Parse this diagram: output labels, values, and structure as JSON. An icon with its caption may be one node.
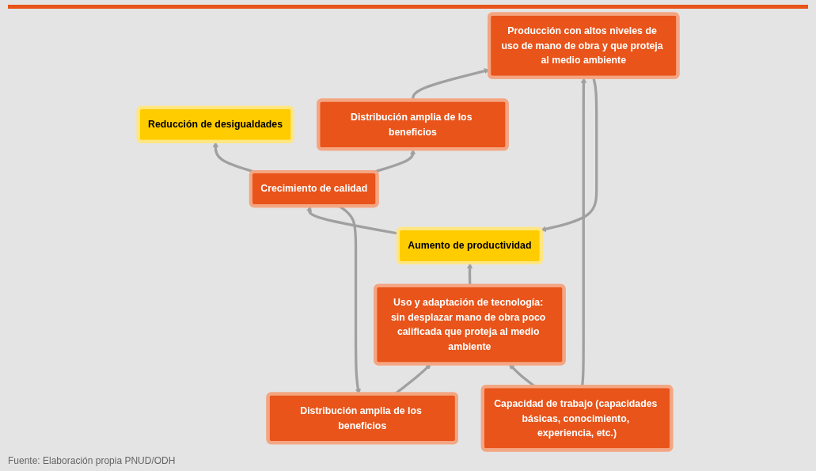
{
  "diagram": {
    "caption": "Fuente: Elaboración propia PNUD/ODH",
    "nodes": [
      {
        "text": [
          "Reducción de desigualdades"
        ]
      },
      {
        "text": [
          "Crecimiento de calidad"
        ]
      },
      {
        "text": [
          "Distribución amplia de los beneficios"
        ]
      },
      {
        "text": [
          "Distribución amplia de los beneficios"
        ]
      },
      {
        "text": [
          "Aumento de productividad"
        ]
      },
      {
        "text": [
          "Uso y adaptación de tecnología: sin desplazar mano de obra poco calificada que proteja al medio ambiente"
        ]
      },
      {
        "text": [
          "Producción con altos niveles de uso de mano de obra y que proteja al medio ambiente"
        ]
      },
      {
        "text": [
          "Capacidad de trabajo (capacidades básicas, conocimiento, experiencia, etc.)"
        ]
      }
    ],
    "edges": [
      {
        "from": 1,
        "to": 0,
        "arrow": "to"
      },
      {
        "from": 4,
        "to": 1,
        "arrow": "to"
      },
      {
        "from": 1,
        "to": 2,
        "arrow": "to"
      },
      {
        "from": 1,
        "to": 3,
        "arrow": "to"
      },
      {
        "from": 2,
        "to": 5,
        "arrow": "to"
      },
      {
        "from": 3,
        "to": 6,
        "arrow": "to"
      },
      {
        "from": 5,
        "to": 4,
        "arrow": "to"
      },
      {
        "from": 6,
        "to": 4,
        "arrow": "to"
      },
      {
        "from": 7,
        "to": 5,
        "arrow": "to"
      },
      {
        "from": 7,
        "to": 6,
        "arrow": "to"
      }
    ]
  }
}
